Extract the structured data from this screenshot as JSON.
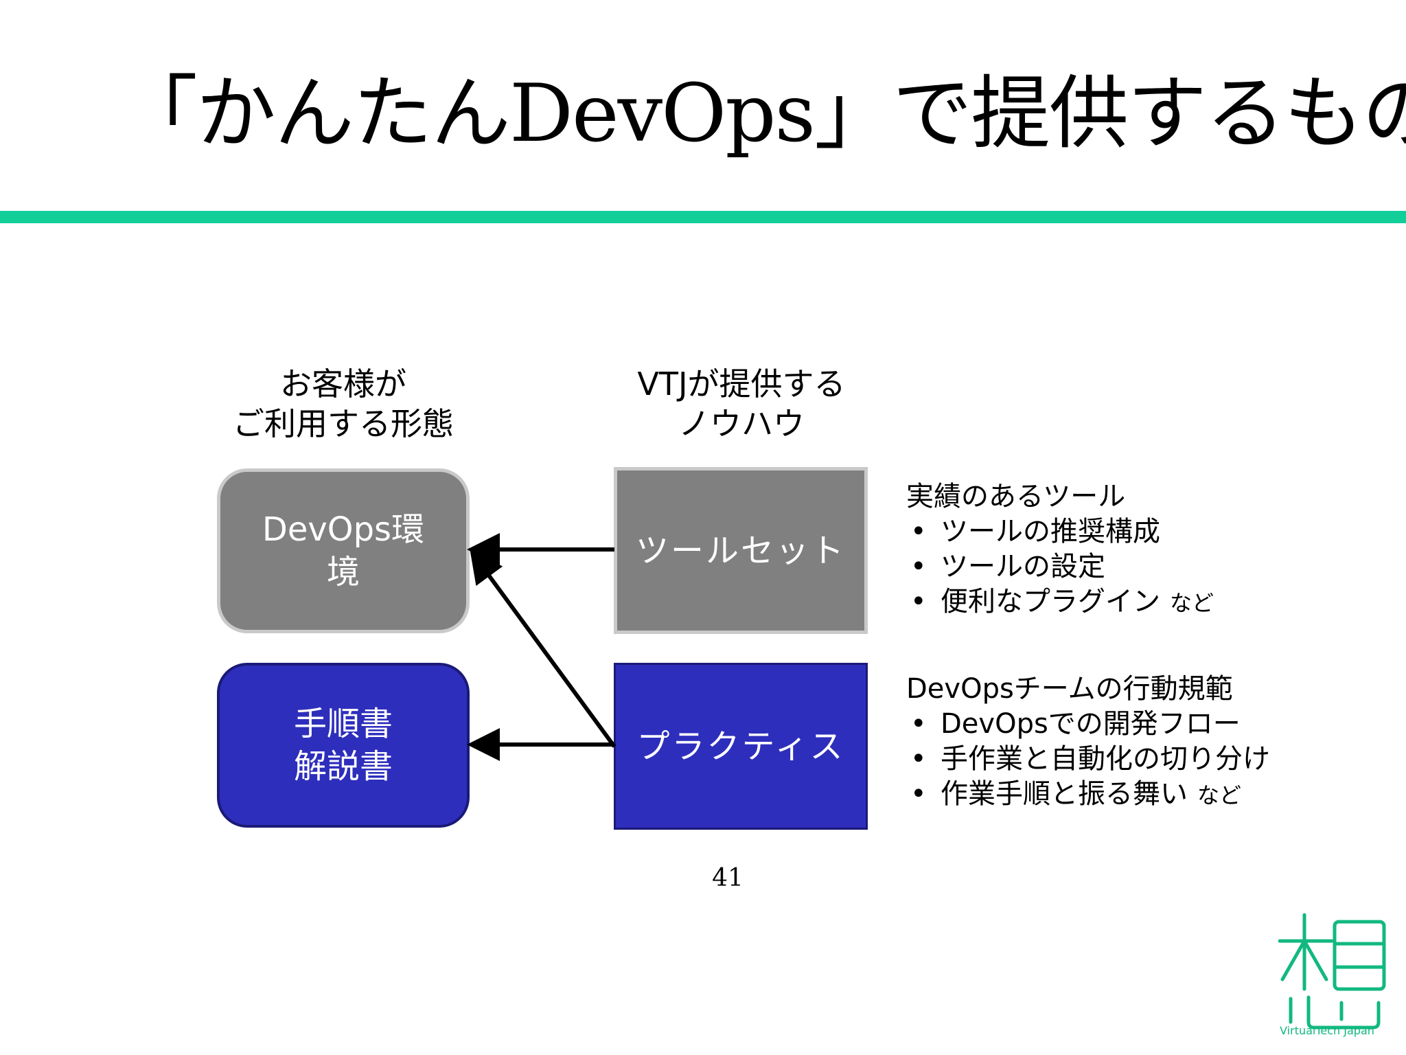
{
  "title": "「かんたんDevOps」で提供するもの",
  "colors": {
    "accent_rule": "#12cf9a",
    "gray_box": "#808080",
    "blue_box": "#2e2ebd",
    "logo": "#12b87f"
  },
  "diagram": {
    "left_heading": [
      "お客様が",
      "ご利用する形態"
    ],
    "right_heading": [
      "VTJが提供する",
      "ノウハウ"
    ],
    "boxes": {
      "devops_env": [
        "DevOps環",
        "境"
      ],
      "docs": [
        "手順書",
        "解説書"
      ],
      "toolset": "ツールセット",
      "practice": "プラクティス"
    },
    "tool_notes": {
      "heading": "実績のあるツール",
      "items": [
        "ツールの推奨構成",
        "ツールの設定",
        "便利なプラグイン"
      ],
      "suffix": "など"
    },
    "practice_notes": {
      "heading": "DevOpsチームの行動規範",
      "items": [
        "DevOpsでの開発フロー",
        "手作業と自動化の切り分け",
        "作業手順と振る舞い"
      ],
      "suffix": "など"
    },
    "bullet": "•"
  },
  "page_number": "41",
  "logo": {
    "icon": "vtj-logo-icon",
    "caption": "VirtualTech Japan"
  }
}
